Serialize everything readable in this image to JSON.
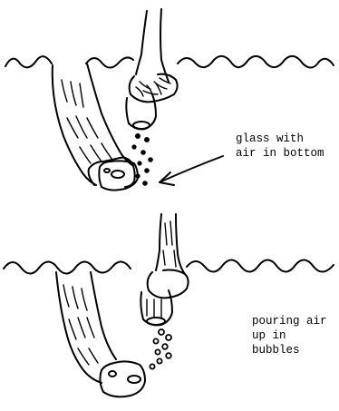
{
  "labels": {
    "top": [
      "glass with",
      "air in bottom"
    ],
    "bottom": [
      "pouring air",
      "up in",
      "bubbles"
    ]
  },
  "colors": {
    "ink": "#000000",
    "background": "#ffffff"
  }
}
